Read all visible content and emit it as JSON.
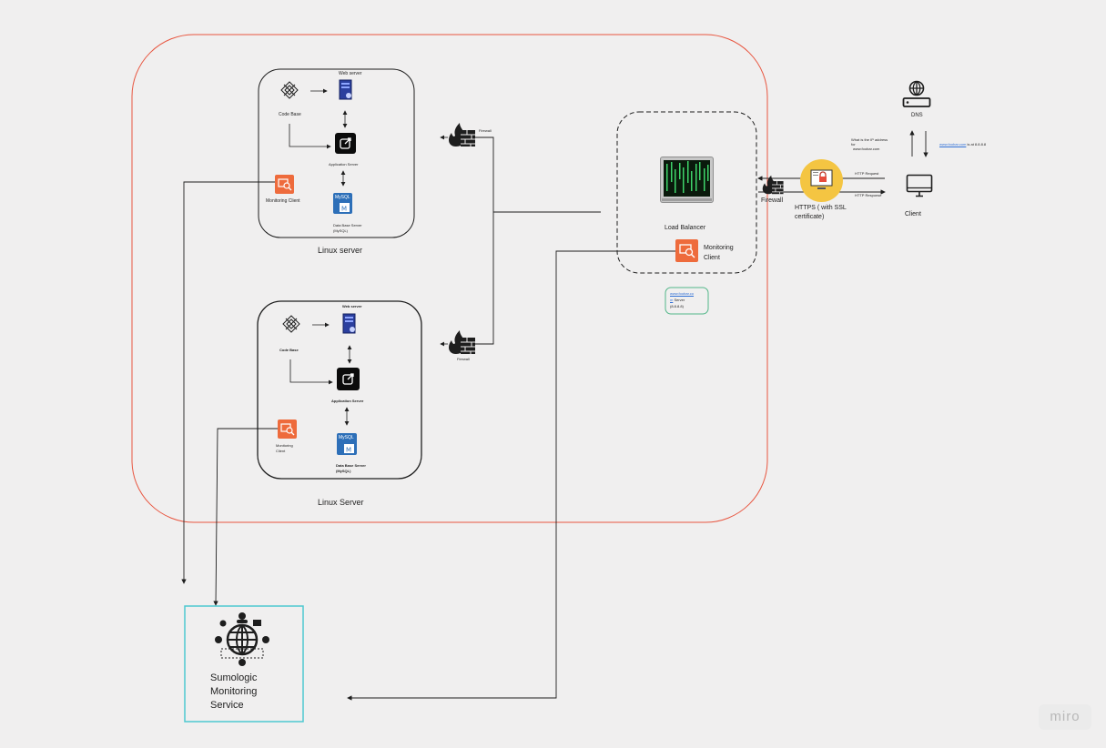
{
  "server1": {
    "title": "Linux server",
    "web_server": "Web server",
    "code_base": "Code Base",
    "app_server": "Application Server",
    "monitoring_client": "Monitoring Client",
    "db_server": "Data Base Server",
    "db_name": "(MySQL)",
    "mysql_label": "MySQL"
  },
  "server2": {
    "title": "Linux Server",
    "web_server": "Web server",
    "code_base": "Code Base",
    "app_server": "Application Server",
    "monitoring_client_1": "Monitoring",
    "monitoring_client_2": "Client",
    "db_server": "Data Base Server",
    "db_name": "(MySQL)",
    "mysql_label": "MySQL"
  },
  "firewalls": {
    "fw1": "Firewall",
    "fw2": "Firewall",
    "fw3": "Firewall"
  },
  "load_balancer": {
    "label": "Load Balancer",
    "monitoring_1": "Monitoring",
    "monitoring_2": "Client"
  },
  "dns_note": {
    "link_1": "www.foobar.co",
    "link_2": "m",
    "rest_1": " Server",
    "rest_2": "(8.8.8.8)"
  },
  "https": {
    "line1": "HTTPS ( with SSL",
    "line2": "certificate)"
  },
  "flow": {
    "request": "HTTP Request",
    "response": "HTTP Response"
  },
  "dns": {
    "label": "DNS",
    "question_1": "What is the IP address",
    "question_2": "for",
    "question_3": "www.foobar.com",
    "answer_link": "www.foobar.com",
    "answer_rest": " is at 8.8.8.8"
  },
  "client": {
    "label": "Client"
  },
  "sumologic": {
    "line1": "Sumologic",
    "line2": "Monitoring",
    "line3": "Service"
  },
  "brand": {
    "label": "miro"
  },
  "colors": {
    "outer_boundary": "#e8553f",
    "sumologic_border": "#4ec9d0",
    "dns_note_border": "#52b788",
    "monitor_orange": "#ee6b3c",
    "mysql_blue": "#2d6fb8",
    "lock_yellow": "#f4c542",
    "link_blue": "#2f6fd6"
  }
}
